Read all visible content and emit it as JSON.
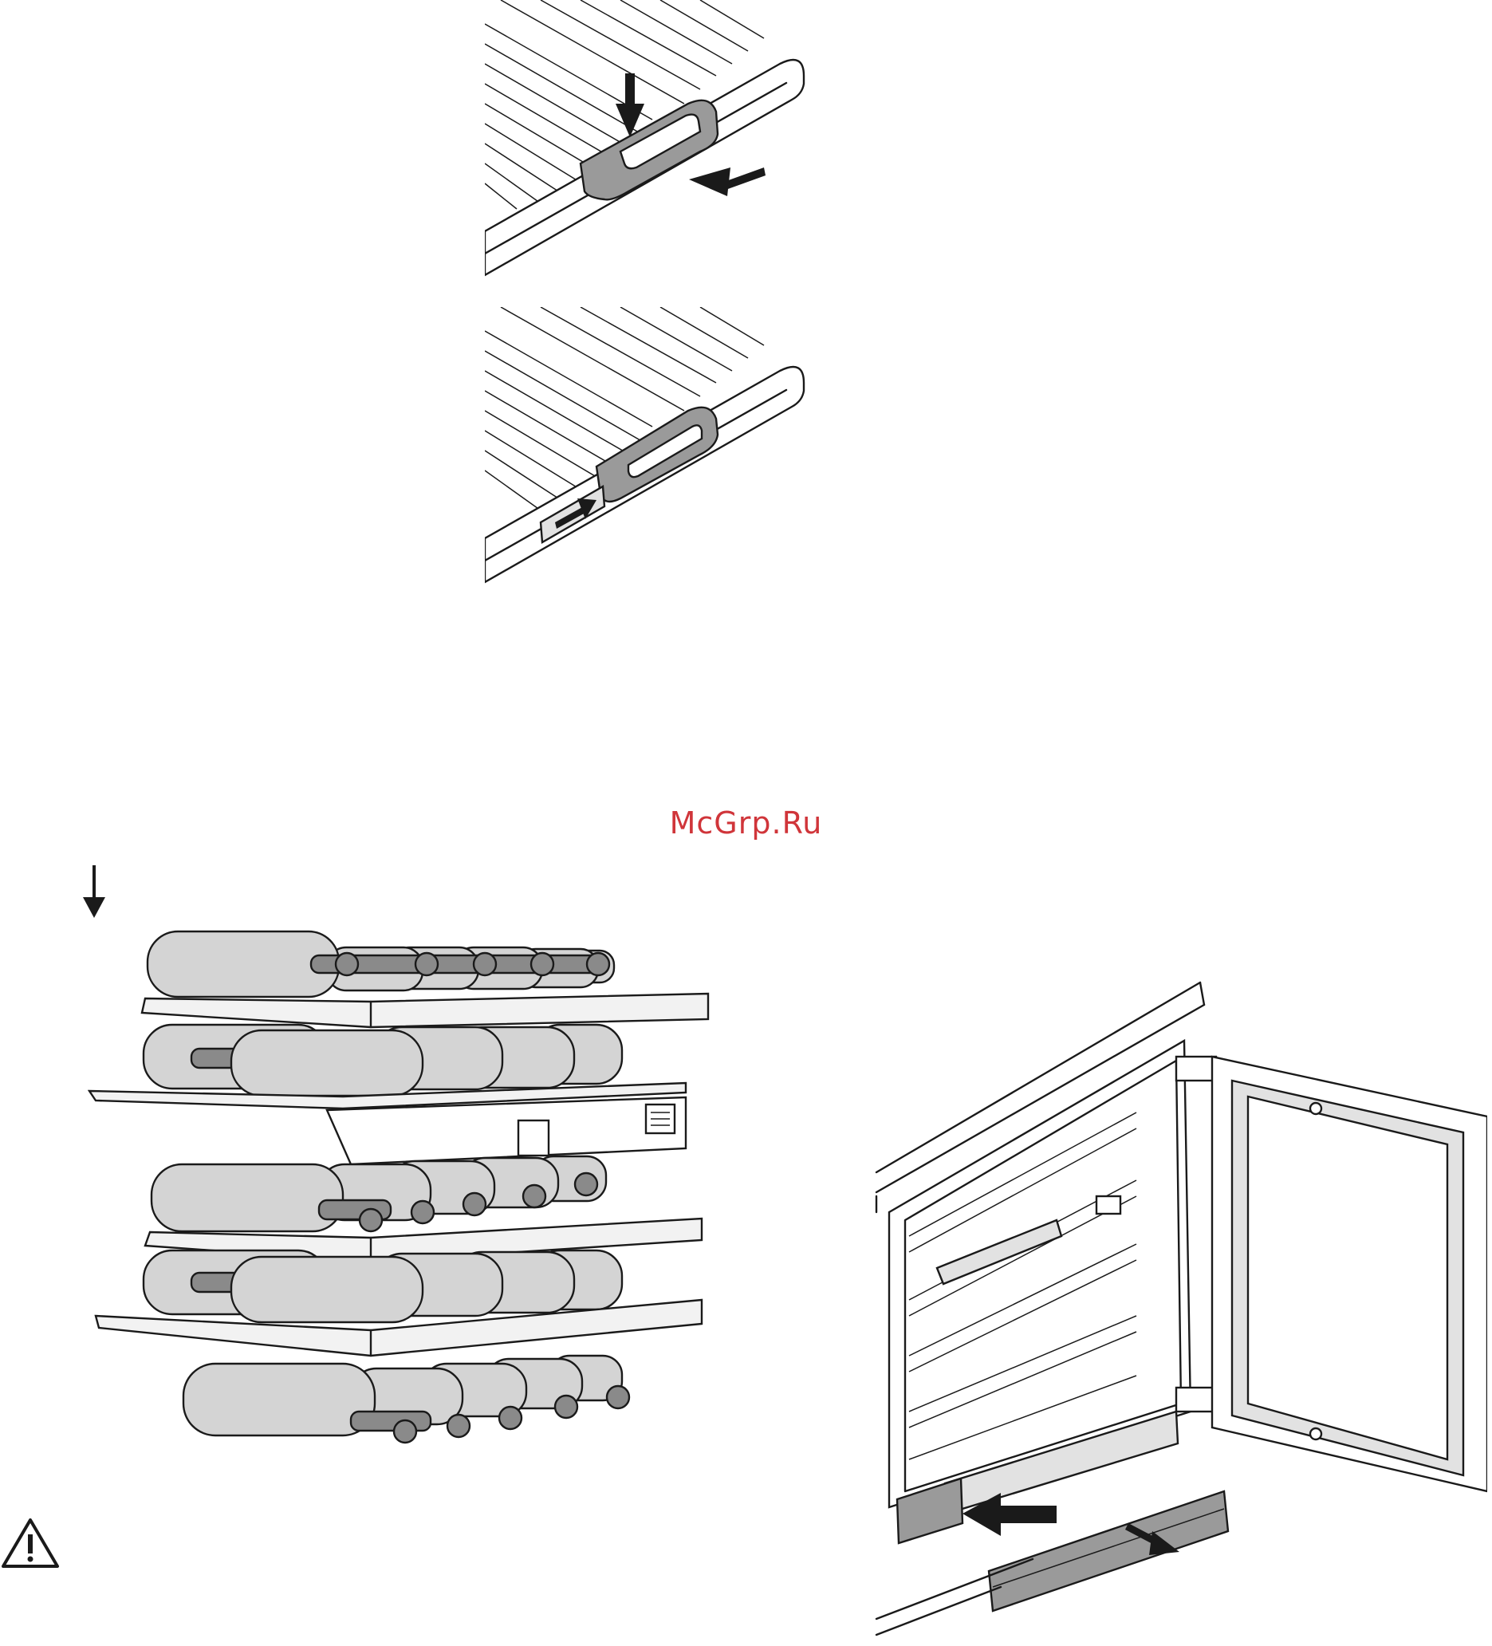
{
  "watermark": {
    "text": "McGrp.Ru",
    "color": "#d0353a"
  },
  "icons": {
    "down_arrow": "arrow-down-icon",
    "warning": "warning-triangle-icon"
  },
  "figures": [
    "shelf-clip-attach-illustration",
    "shelf-clip-slide-illustration",
    "wine-rack-loading-illustration",
    "appliance-plinth-removal-illustration"
  ]
}
